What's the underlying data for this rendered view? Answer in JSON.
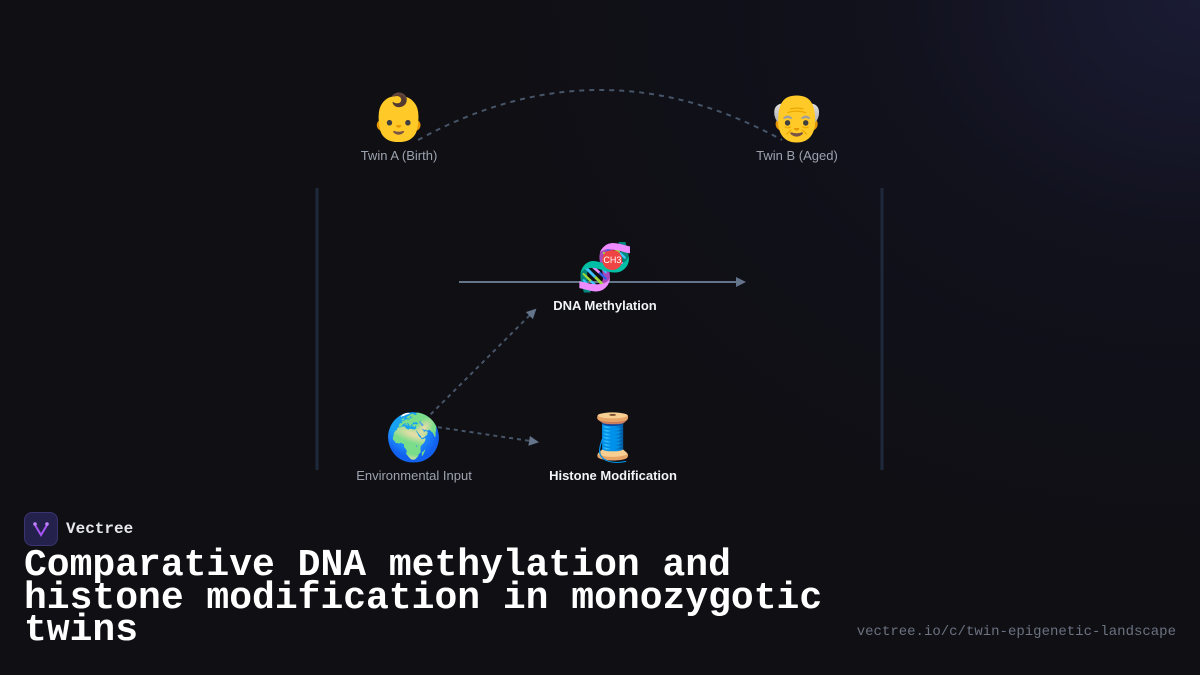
{
  "diagram": {
    "nodes": [
      {
        "id": "twin_a",
        "emoji": "👶",
        "label": "Twin A (Birth)",
        "bold": false
      },
      {
        "id": "twin_b",
        "emoji": "👴",
        "label": "Twin B (Aged)",
        "bold": false
      },
      {
        "id": "dna_methylation",
        "emoji": "🧬",
        "badge": "CH3",
        "label": "DNA Methylation",
        "bold": true
      },
      {
        "id": "environment",
        "emoji": "🌍",
        "label": "Environmental Input",
        "bold": false
      },
      {
        "id": "histone",
        "emoji": "🧵",
        "label": "Histone Modification",
        "bold": true
      }
    ],
    "edges": [
      {
        "from": "twin_a",
        "to": "twin_b",
        "style": "dashed-curve"
      },
      {
        "from": "timeline-start",
        "to": "timeline-end",
        "style": "solid-arrow",
        "through": "dna_methylation"
      },
      {
        "from": "environment",
        "to": "dna_methylation",
        "style": "dashed-arrow"
      },
      {
        "from": "environment",
        "to": "histone",
        "style": "dashed-arrow"
      }
    ],
    "colors": {
      "edge": "#64748b",
      "dashed_edge": "#475569",
      "divider": "#1e293b",
      "badge": "#ef4444"
    }
  },
  "brand": {
    "name": "Vectree",
    "logo_color": "#a855f7"
  },
  "title": "Comparative DNA methylation and histone modification in monozygotic twins",
  "url": "vectree.io/c/twin-epigenetic-landscape"
}
